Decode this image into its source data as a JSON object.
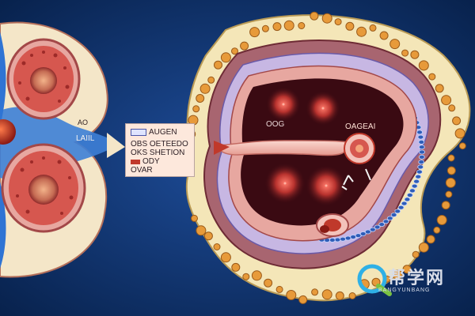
{
  "diagram": {
    "left_labels": {
      "upper": "AO",
      "lower": "LAIIL"
    },
    "legend": {
      "items": [
        {
          "marker": "open-bar",
          "text": "AUGEN"
        },
        {
          "marker": "text",
          "text": "OBS OETEEDO"
        },
        {
          "marker": "text",
          "text": "OKS SHETION"
        },
        {
          "marker": "solid-bar",
          "text": "ODY"
        },
        {
          "marker": "none",
          "text": "OVAR"
        }
      ]
    },
    "inner_labels": {
      "left": "OOG",
      "right": "OAGEAI"
    }
  },
  "watermark": {
    "main": "帮学网",
    "sub": "BANGYUNBANG"
  },
  "colors": {
    "background": "#0b2a5e",
    "tissue_outer": "#f4e6b8",
    "follicle": "#e79a3a",
    "lumen": "#3a0a12",
    "wall": "#a86570",
    "duct": "#f3c2ba"
  }
}
